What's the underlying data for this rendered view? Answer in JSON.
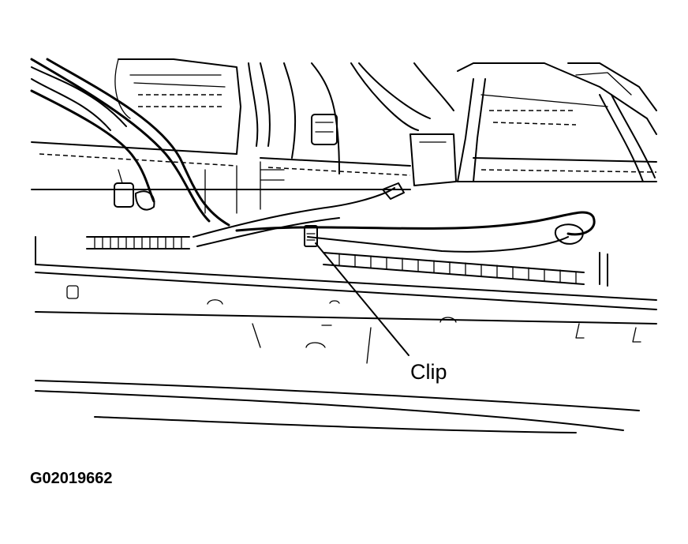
{
  "diagram": {
    "callouts": [
      {
        "id": "clip",
        "label": "Clip"
      }
    ],
    "figure_id": "G02019662"
  }
}
